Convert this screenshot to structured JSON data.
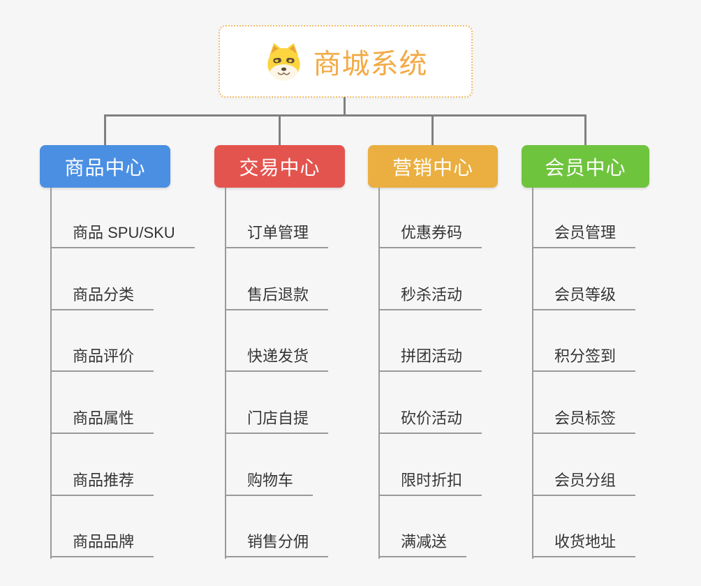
{
  "root": {
    "title": "商城系统",
    "icon": "shiba-dog-icon",
    "title_color": "#f3aa45",
    "border_color": "#f2bd6b"
  },
  "connector_color": "#808080",
  "branches": [
    {
      "label": "商品中心",
      "color": "#4a8fe2",
      "items": [
        "商品 SPU/SKU",
        "商品分类",
        "商品评价",
        "商品属性",
        "商品推荐",
        "商品品牌"
      ]
    },
    {
      "label": "交易中心",
      "color": "#e4544e",
      "items": [
        "订单管理",
        "售后退款",
        "快递发货",
        "门店自提",
        "购物车",
        "销售分佣"
      ]
    },
    {
      "label": "营销中心",
      "color": "#eaaf40",
      "items": [
        "优惠券码",
        "秒杀活动",
        "拼团活动",
        "砍价活动",
        "限时折扣",
        "满减送"
      ]
    },
    {
      "label": "会员中心",
      "color": "#6fc43d",
      "items": [
        "会员管理",
        "会员等级",
        "积分签到",
        "会员标签",
        "会员分组",
        "收货地址"
      ]
    }
  ]
}
